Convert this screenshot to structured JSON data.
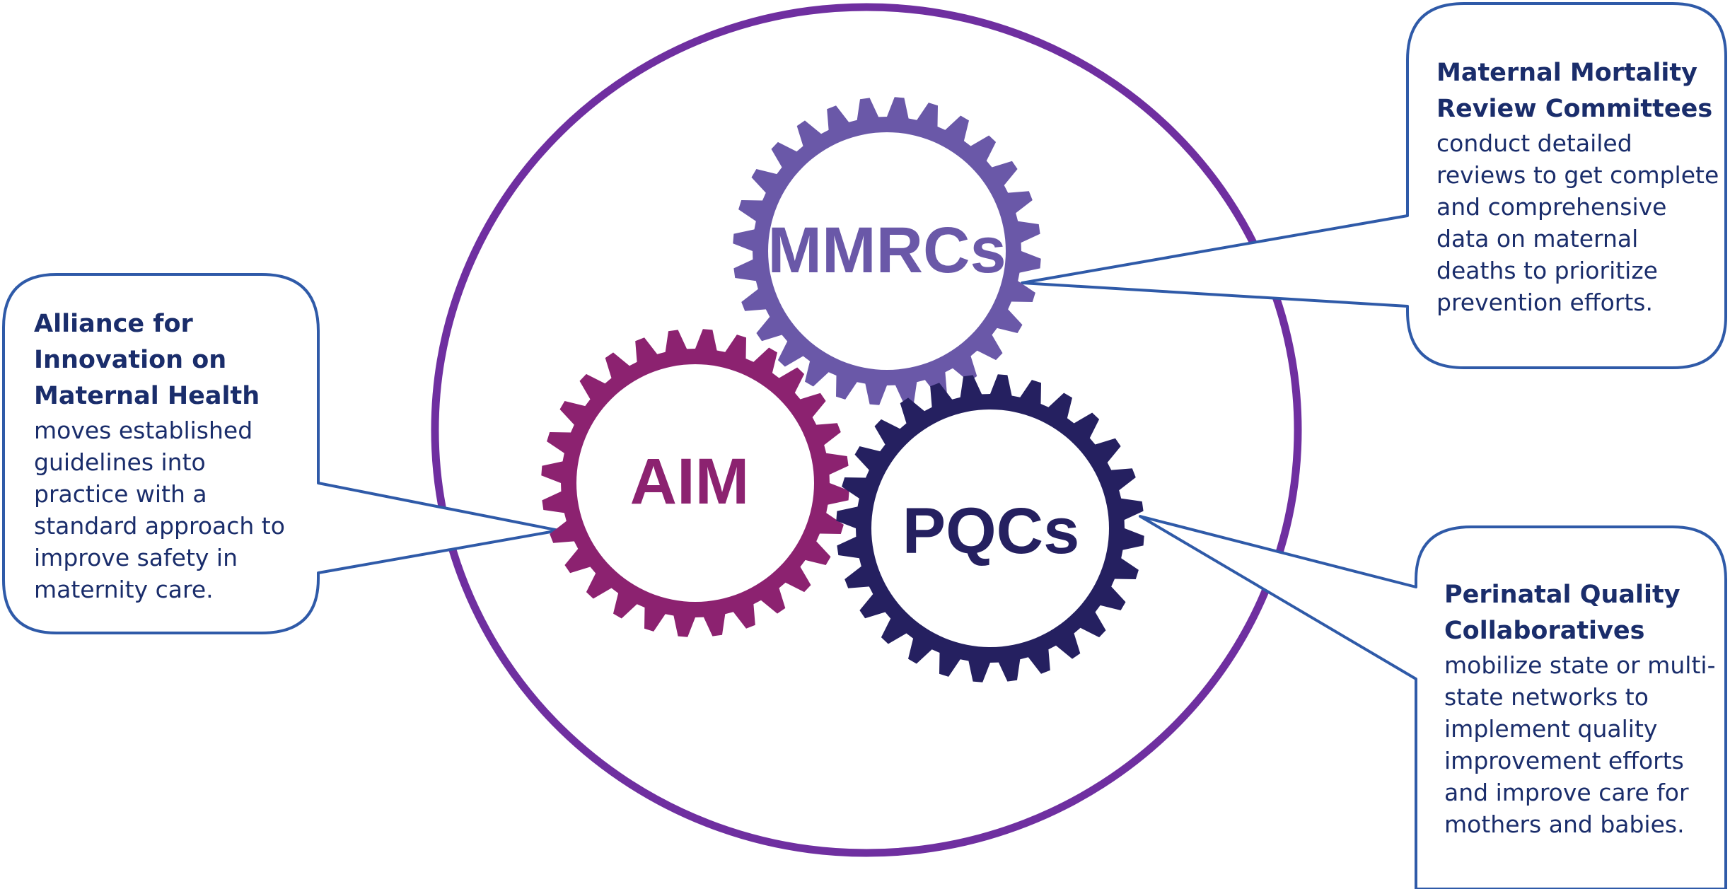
{
  "colors": {
    "ring": "#6f2fa0",
    "callout_border": "#2f5aa8",
    "callout_text": "#1a2d6b",
    "mmrc_gear": "#6a58a8",
    "aim_gear": "#8c2270",
    "pqc_gear": "#252060"
  },
  "gears": {
    "mmrc": {
      "label": "MMRCs"
    },
    "aim": {
      "label": "AIM"
    },
    "pqc": {
      "label": "PQCs"
    }
  },
  "callouts": {
    "mmrc": {
      "heading": "Maternal Mortality Review Committees",
      "description": "conduct detailed reviews to get complete and comprehensive data on maternal deaths to prioritize prevention efforts."
    },
    "aim": {
      "heading": "Alliance for Innovation on Maternal Health",
      "description": "moves established guidelines into practice with a standard approach to improve safety in maternity care."
    },
    "pqc": {
      "heading": "Perinatal Quality Collaboratives",
      "description": "mobilize state or multi-state networks to implement quality improvement efforts and improve care for mothers and babies."
    }
  }
}
